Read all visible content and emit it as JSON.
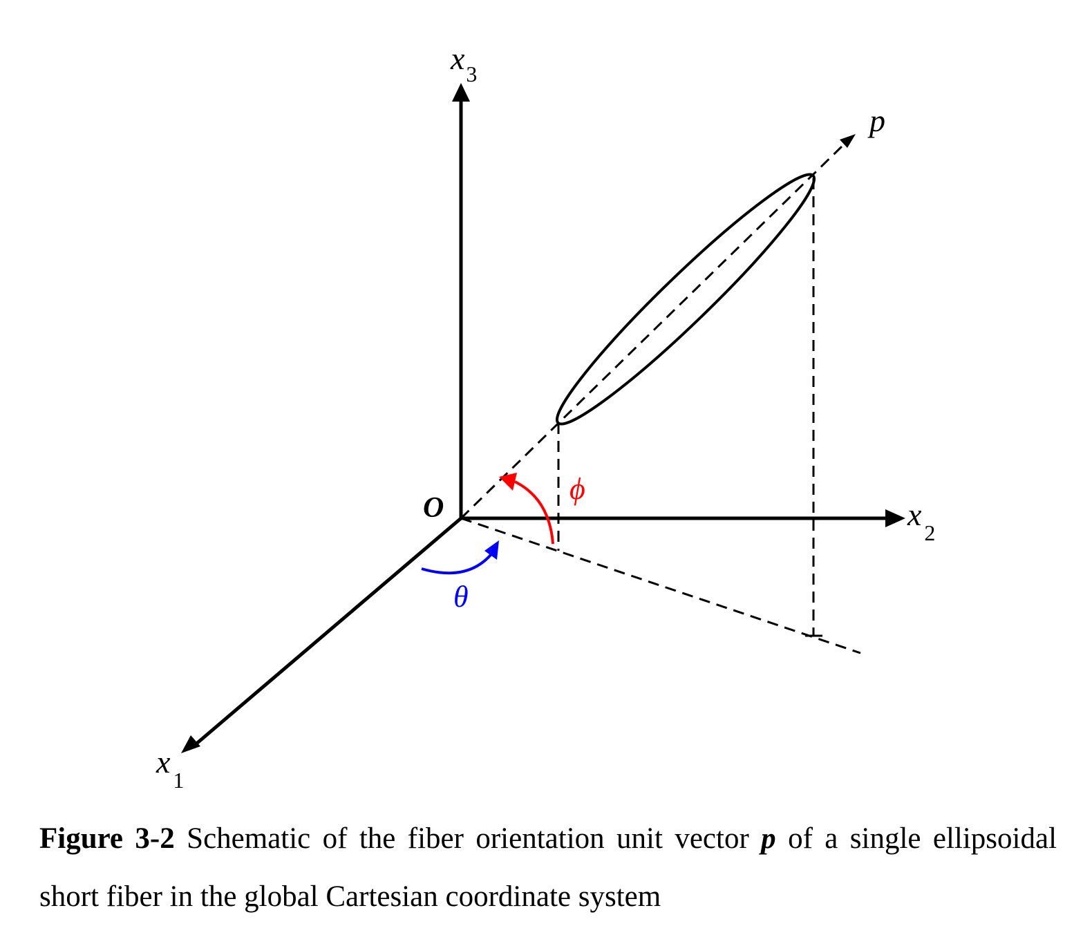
{
  "axes": {
    "x1": {
      "base": "x",
      "sub": "1"
    },
    "x2": {
      "base": "x",
      "sub": "2"
    },
    "x3": {
      "base": "x",
      "sub": "3"
    }
  },
  "origin_label": "O",
  "vector_label": "p",
  "angles": {
    "phi": {
      "symbol": "ϕ",
      "color": "#ff0000"
    },
    "theta": {
      "symbol": "θ",
      "color": "#0000ff"
    }
  },
  "caption": {
    "label": "Figure 3-2",
    "text_before": "Schematic of the fiber orientation unit vector",
    "vector": "p",
    "text_after": "of a single ellipsoidal short fiber in the global Cartesian coordinate system"
  }
}
